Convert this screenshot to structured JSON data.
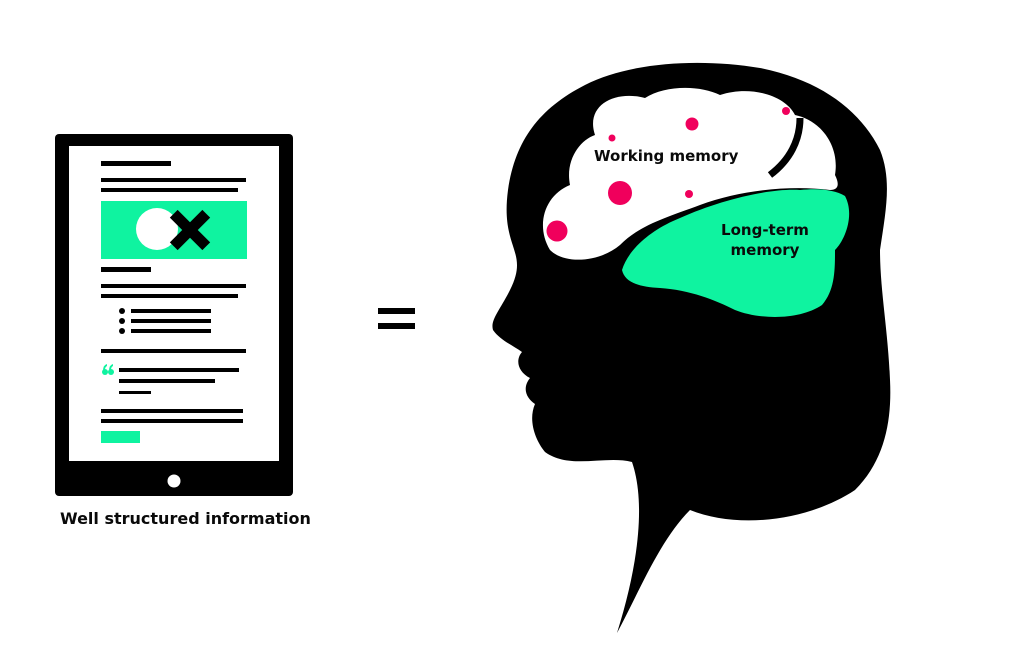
{
  "colors": {
    "ink": "#000000",
    "accent_green": "#0ff3a0",
    "accent_pink": "#f0005c",
    "background": "#ffffff"
  },
  "tablet": {
    "caption": "Well structured information",
    "icons": [
      "circle-shape",
      "cross-icon",
      "quote-icon",
      "home-button"
    ]
  },
  "equals_sign": "=",
  "head": {
    "working_memory_label": "Working memory",
    "long_term_memory_label_line1": "Long-term",
    "long_term_memory_label_line2": "memory"
  }
}
